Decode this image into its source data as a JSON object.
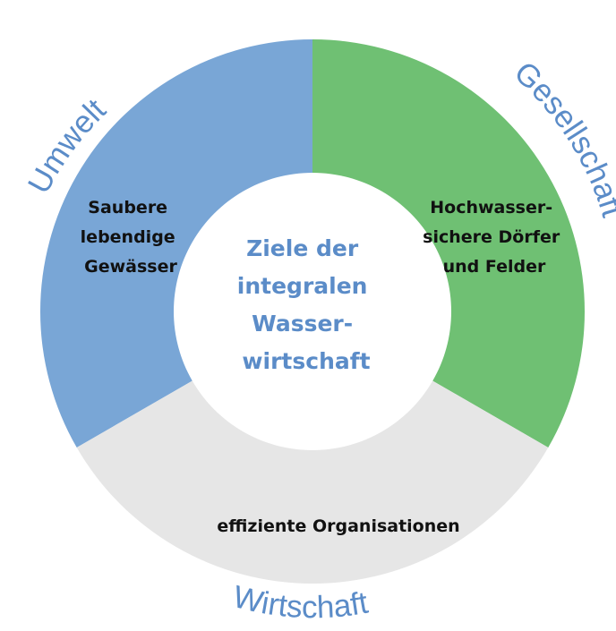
{
  "diagram": {
    "center_lines": [
      "Ziele der",
      "integralen",
      "Wasser-",
      "wirtschaft"
    ],
    "segments": [
      {
        "category": "Umwelt",
        "lines": [
          "Saubere",
          "lebendige",
          "Gewässer"
        ],
        "color": "#79a6d6"
      },
      {
        "category": "Gesellschaft",
        "lines": [
          "Hochwasser-",
          "sichere Dörfer",
          "und Felder"
        ],
        "color": "#6fc073"
      },
      {
        "category": "Wirtschaft",
        "lines": [
          "effiziente Organisationen"
        ],
        "color": "#e6e6e6"
      }
    ],
    "colors": {
      "accent_text": "#5b8cc8",
      "label_text": "#111111",
      "background": "#ffffff"
    }
  }
}
